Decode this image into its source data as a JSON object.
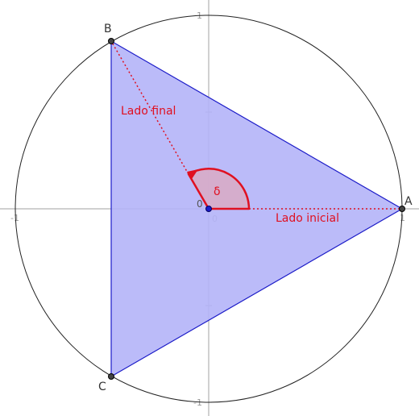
{
  "axes": {
    "x_tick_labels": [
      "-1",
      "0",
      "1"
    ],
    "y_tick_labels": [
      "1",
      "-1"
    ]
  },
  "points": {
    "A": "A",
    "B": "B",
    "C": "C",
    "origin": "0"
  },
  "angle": {
    "symbol": "δ"
  },
  "labels": {
    "initial_side": "Lado inicial",
    "final_side": "Lado final"
  },
  "colors": {
    "triangle_fill": "#b4b4f8",
    "triangle_stroke": "#1c1cc8",
    "accent_red": "#e01020",
    "angle_fill": "#d9aac4",
    "axis": "#a0a0a0",
    "circle": "#222222"
  }
}
